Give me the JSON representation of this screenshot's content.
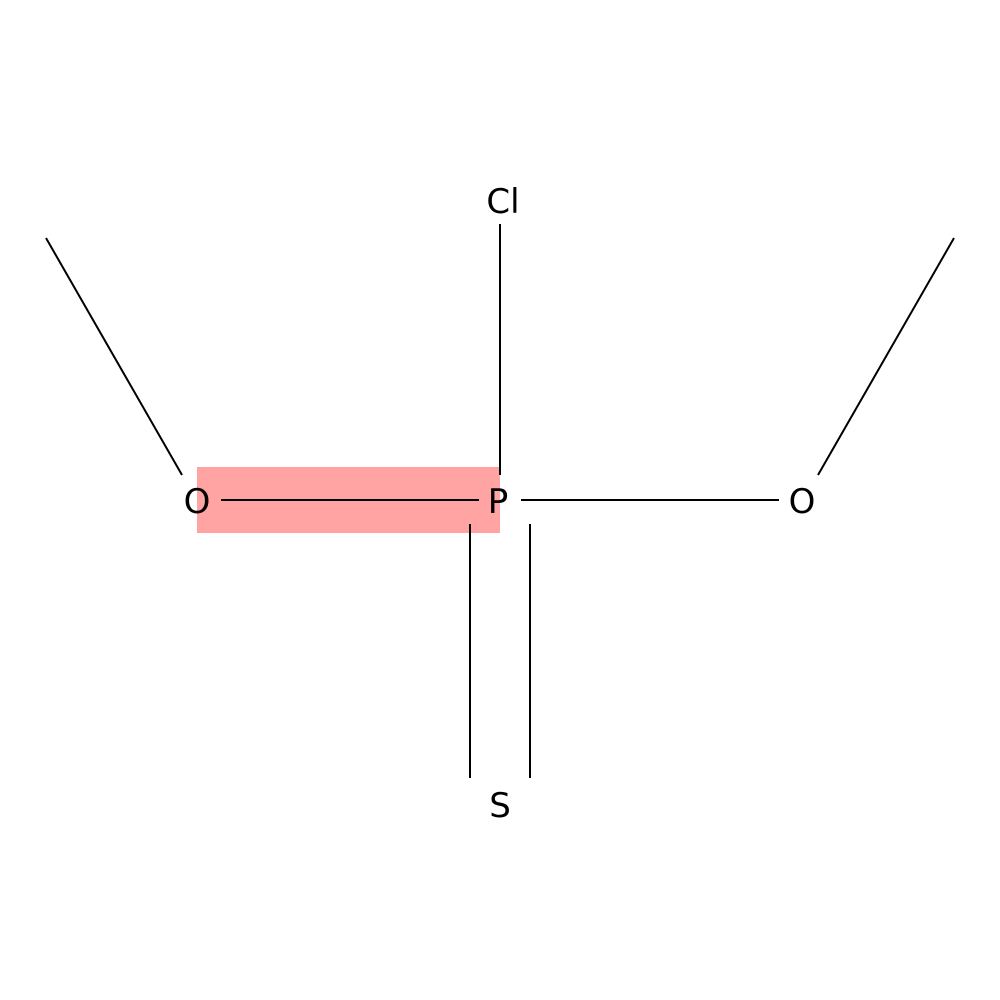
{
  "molecule": {
    "atoms": {
      "cl": "Cl",
      "o_left": "O",
      "p": "P",
      "o_right": "O",
      "s": "S"
    },
    "highlight_color": "#ffa3a3",
    "bond_color": "#000000",
    "label_color": "#000000"
  }
}
